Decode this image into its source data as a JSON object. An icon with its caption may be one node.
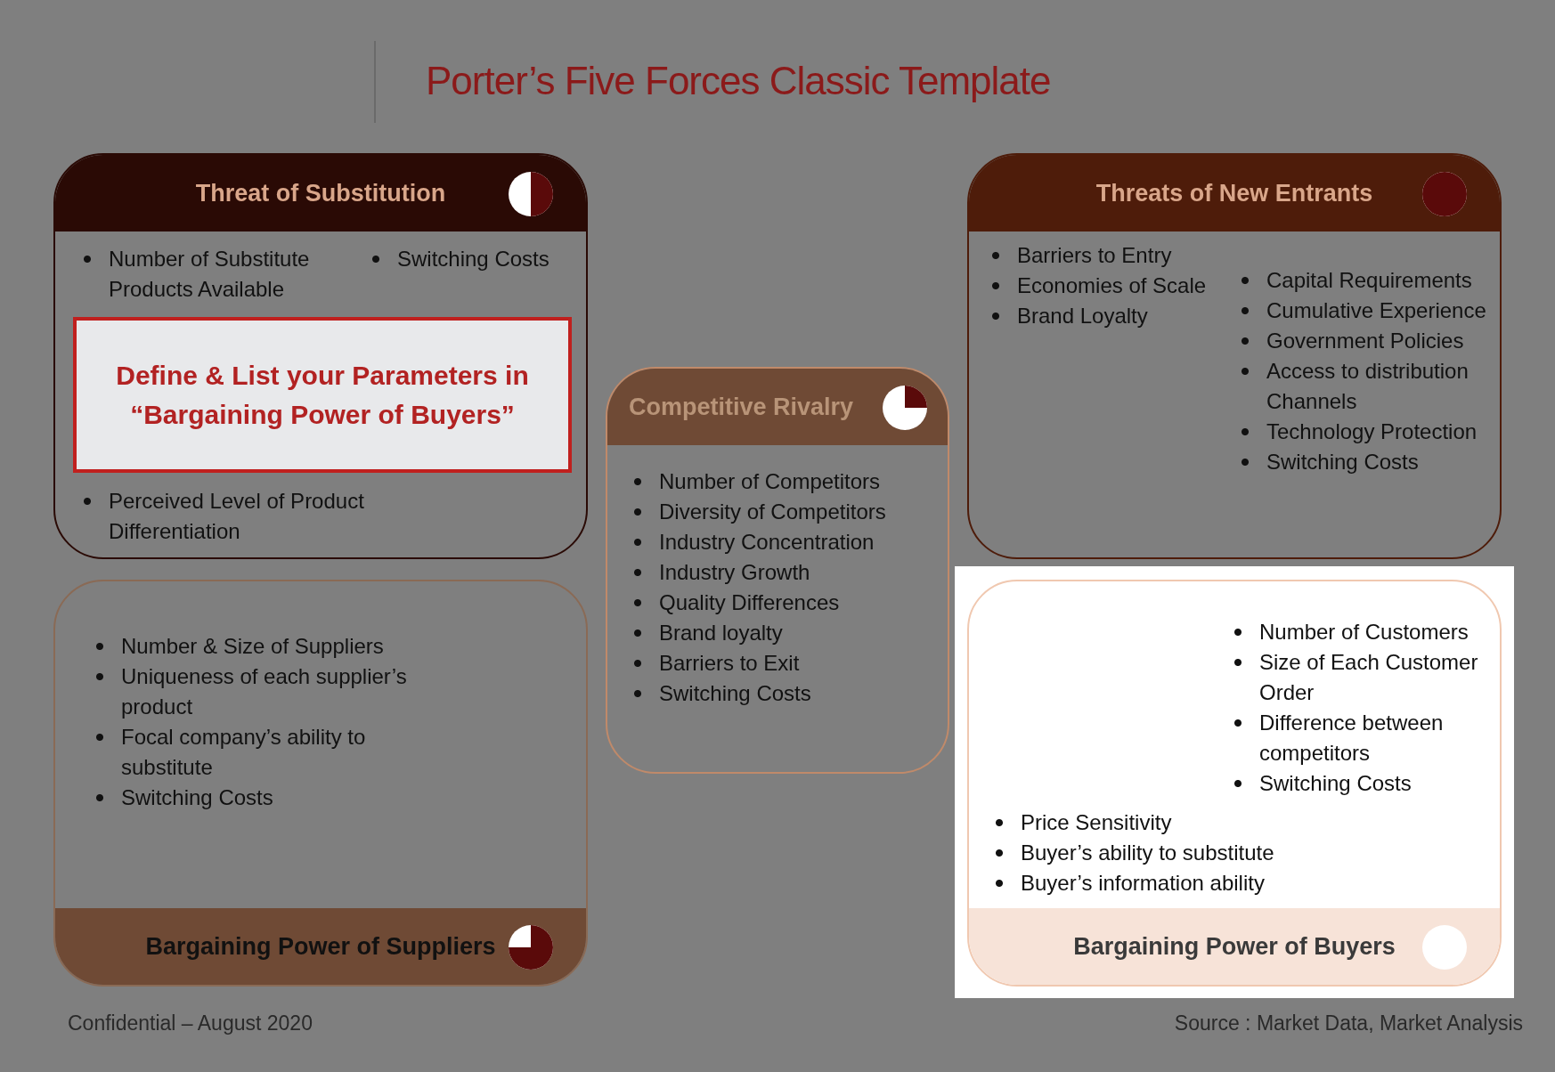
{
  "diagram": {
    "title": "Porter’s Five Forces Classic Template",
    "nodes": [
      {
        "text": [
          "Threat of Substitution",
          "Number of Substitute Products Available",
          "Switching Costs",
          "Perceived Level of Product Differentiation"
        ]
      },
      {
        "text": [
          "Threats of New Entrants",
          "Barriers to Entry",
          "Economies of Scale",
          "Brand Loyalty",
          "Capital Requirements",
          "Cumulative Experience",
          "Government Policies",
          "Access to distribution Channels",
          "Technology Protection",
          "Switching Costs"
        ]
      },
      {
        "text": [
          "Competitive Rivalry",
          "Number of Competitors",
          "Diversity of Competitors",
          "Industry Concentration",
          "Industry Growth",
          "Quality Differences",
          "Brand loyalty",
          "Barriers to Exit",
          "Switching Costs"
        ]
      },
      {
        "text": [
          "Number & Size of Suppliers",
          "Uniqueness of each supplier’s product",
          "Focal company’s ability to substitute",
          "Switching Costs",
          "Bargaining Power of Suppliers"
        ]
      },
      {
        "text": [
          "Number of Customers",
          "Size of Each Customer Order",
          "Difference between competitors",
          "Switching Costs",
          "Price Sensitivity",
          "Buyer’s ability to substitute",
          "Buyer’s information ability",
          "Bargaining Power of Buyers"
        ]
      },
      {
        "text": [
          "Define & List your Parameters in “Bargaining Power of Buyers”"
        ],
        "in": 0
      }
    ],
    "labels": [
      "Confidential – August 2020",
      "Source : Market Data, Market Analysis"
    ]
  }
}
